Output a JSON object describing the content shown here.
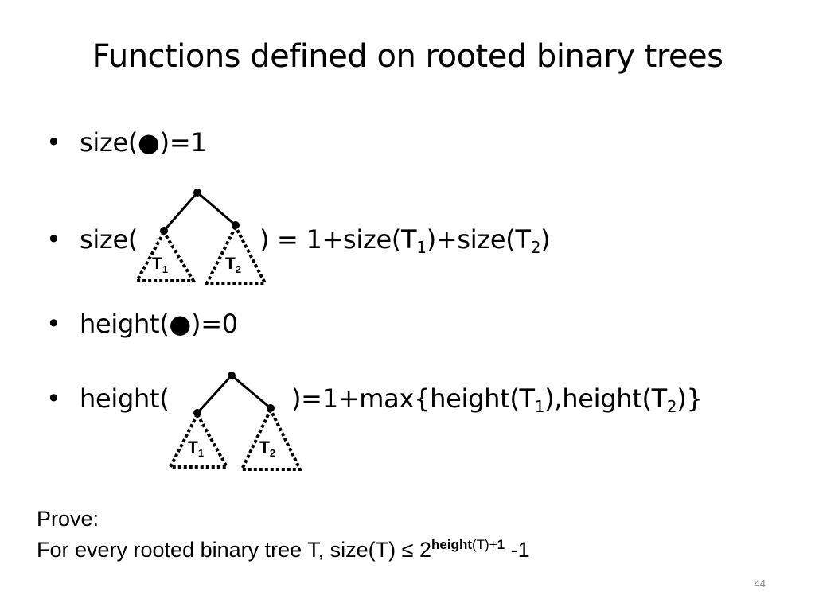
{
  "title": "Functions defined on rooted binary trees",
  "bullet_glyph": "•",
  "bullets": [
    {
      "text": "size(●)=1"
    },
    {
      "before": "size(",
      "after_open": ") = 1+size(T",
      "sub1": "1",
      "mid": ")+size(T",
      "sub2": "2",
      "close": ")"
    },
    {
      "text": "height(●)=0"
    },
    {
      "before": "height(",
      "after_open": ")=1+max{height(T",
      "sub1": "1",
      "mid": "),height(T",
      "sub2": "2",
      "close": ")}"
    }
  ],
  "tree_labels": {
    "left": "T",
    "left_sub": "1",
    "right": "T",
    "right_sub": "2"
  },
  "prove": {
    "heading": "Prove:",
    "statement": "For every rooted binary tree T, size(T) ≤ 2",
    "exp_word": "height",
    "exp_arg": "(T)+",
    "exp_one": "1",
    "tail": " -1"
  },
  "page_number": "44"
}
